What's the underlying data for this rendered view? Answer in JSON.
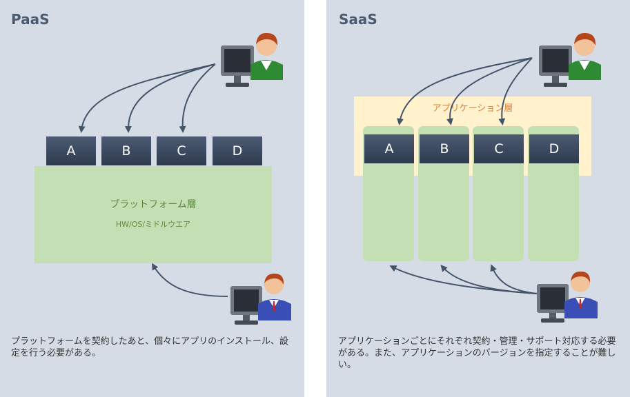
{
  "paas": {
    "title": "PaaS",
    "apps": [
      "A",
      "B",
      "C",
      "D"
    ],
    "platform_title": "プラットフォーム層",
    "platform_sub": "HW/OS/ミドルウエア",
    "description": "プラットフォームを契約したあと、個々にアプリのインストール、設定を行う必要がある。"
  },
  "saas": {
    "title": "SaaS",
    "app_layer_title": "アプリケーション層",
    "apps": [
      "A",
      "B",
      "C",
      "D"
    ],
    "description": "アプリケーションごとにそれぞれ契約・管理・サポート対応する必要がある。また、アプリケーションのバージョンを指定することが難しい。"
  },
  "icons": {
    "user_green": "user-at-computer-icon",
    "user_blue": "admin-at-computer-icon"
  },
  "colors": {
    "panel_bg": "#d6dce6",
    "app_box": "#3a465c",
    "platform": "#c5dfb4",
    "app_layer": "#fff2cc",
    "arrow": "#44546a"
  }
}
